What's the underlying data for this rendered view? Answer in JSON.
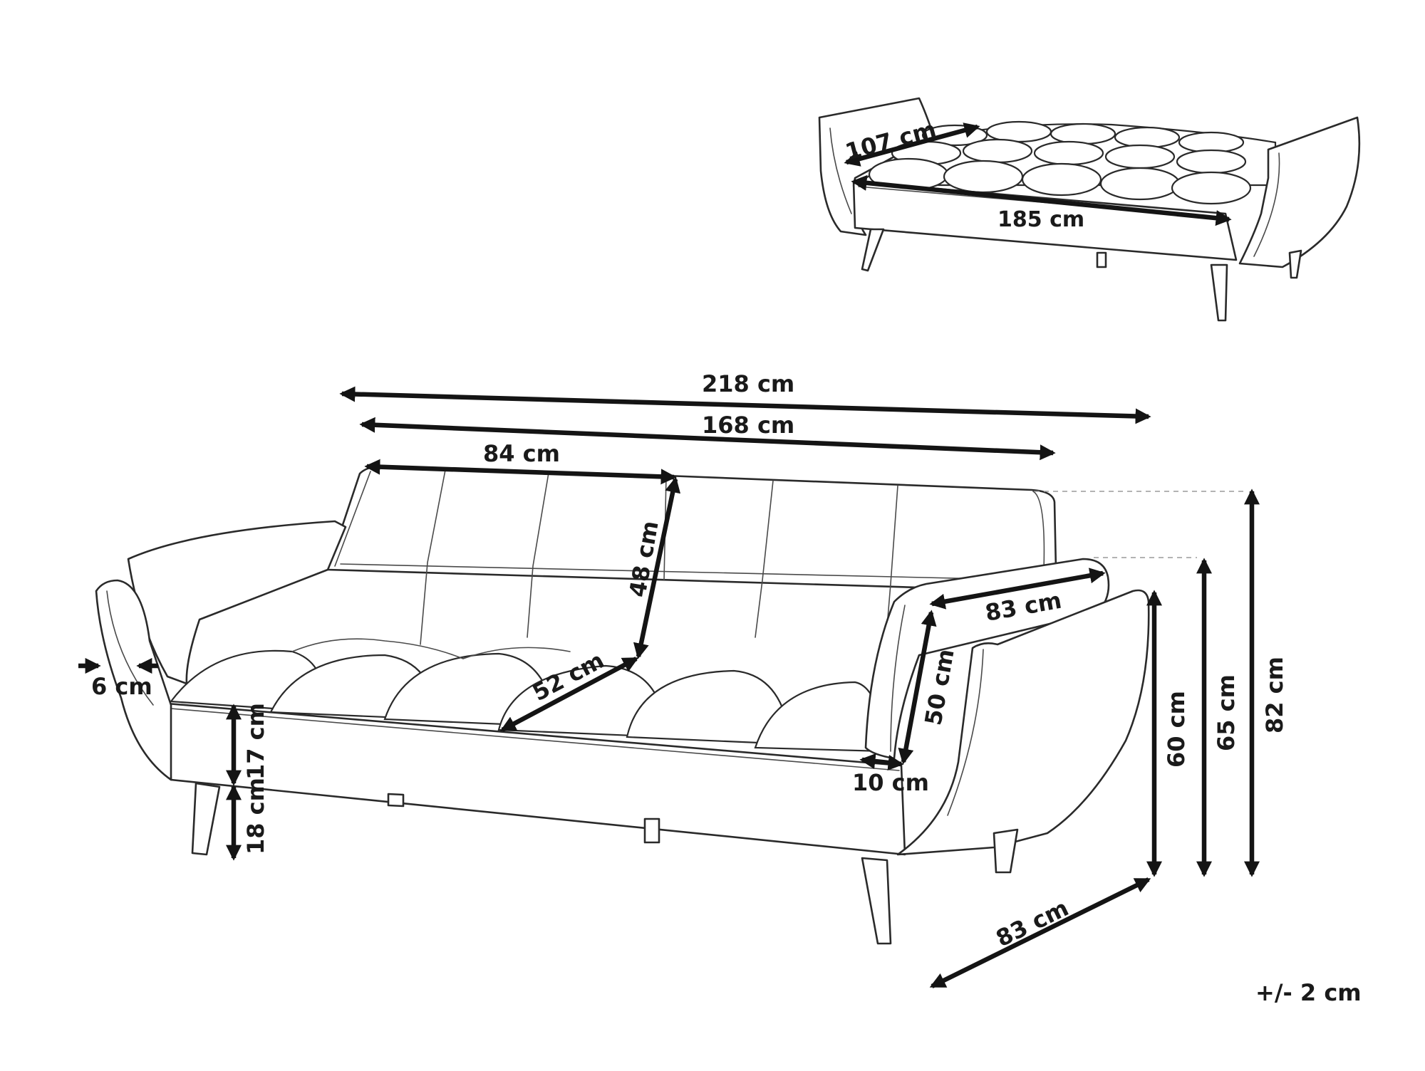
{
  "diagram": {
    "main_view": {
      "total_width": "218 cm",
      "inner_width": "168 cm",
      "backrest_section_width": "84 cm",
      "backrest_height": "48 cm",
      "seat_depth": "52 cm",
      "armrest_top_length": "83 cm",
      "armrest_height": "50 cm",
      "armrest_thickness": "10 cm",
      "armrest_side_thickness": "6 cm",
      "seat_frame_height": "17 cm",
      "leg_clearance": "18 cm",
      "arm_height_total": "60 cm",
      "seat_back_height_total": "65 cm",
      "overall_height": "82 cm",
      "overall_depth": "83 cm"
    },
    "bed_view": {
      "bed_width": "107 cm",
      "bed_length": "185 cm"
    },
    "tolerance": "+/- 2 cm"
  }
}
